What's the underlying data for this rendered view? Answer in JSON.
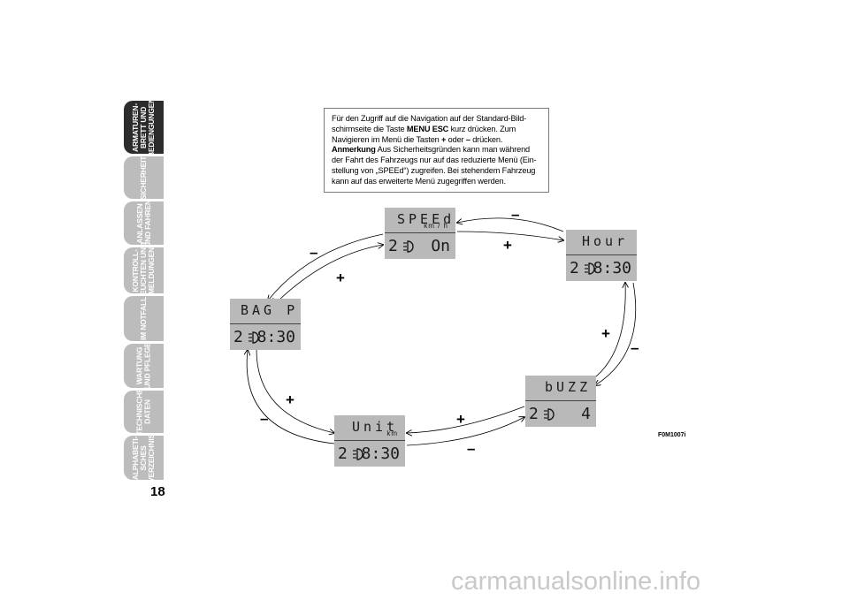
{
  "sidebar": {
    "tabs": [
      {
        "label": "ARMATUREN-\nBRETT UND\nBEDIENGUNGEN",
        "active": true
      },
      {
        "label": "SICHERHEIT",
        "active": false
      },
      {
        "label": "ANLASSEN\nUND FAHREN",
        "active": false
      },
      {
        "label": "KONTROLL-\nLEUCHTEN UND\nMELDUNGEN",
        "active": false
      },
      {
        "label": "IM NOTFALL",
        "active": false
      },
      {
        "label": "WARTUNG\nUND PFLEGE",
        "active": false
      },
      {
        "label": "TECHNISCHE\nDATEN",
        "active": false
      },
      {
        "label": "ALPHABETI-\nSCHES\nVERZEICHNIS",
        "active": false
      }
    ]
  },
  "page_number": "18",
  "info": {
    "text_1": "Für den Zugriff auf die Navigation auf der Standard-Bild-schirmseite die Taste ",
    "key_menu": "MENU ESC",
    "text_2": " kurz drücken. Zum Navigieren im Menü die Tasten ",
    "key_plus": "+",
    "text_3": " oder ",
    "key_minus": "–",
    "text_4": " drücken.",
    "note_label": "Anmerkung",
    "note_text": " Aus Sicherheitsgründen kann man während der Fahrt des Fahrzeugs nur auf das reduzierte Menü (Ein-stellung von „SPEEd“) zugreifen. Bei stehendem Fahrzeug kann auf das erweiterte Menü zugegriffen werden."
  },
  "displays": {
    "speed": {
      "title": "SPEEd",
      "unit": "km / h",
      "digit": "2",
      "value": "On"
    },
    "hour": {
      "title": "Hour",
      "unit": "",
      "digit": "2",
      "value": "8:30"
    },
    "bagp": {
      "title": "BAG P",
      "unit": "",
      "digit": "2",
      "value": "8:30"
    },
    "buzz": {
      "title": "bUZZ",
      "unit": "",
      "digit": "2",
      "value": "4"
    },
    "unit": {
      "title": "Unit",
      "unit": "km",
      "digit": "2",
      "value": "8:30"
    }
  },
  "signs": {
    "plus": "+",
    "minus": "–"
  },
  "figure_code": "F0M1007i",
  "watermark": "carmanualsonline.info",
  "colors": {
    "tab_active": "#2c2c2c",
    "tab_inactive": "#bcbcbc",
    "lcd_bg": "#b9b9b9"
  },
  "icons": [
    "headlamp-icon",
    "arrow-icon"
  ]
}
